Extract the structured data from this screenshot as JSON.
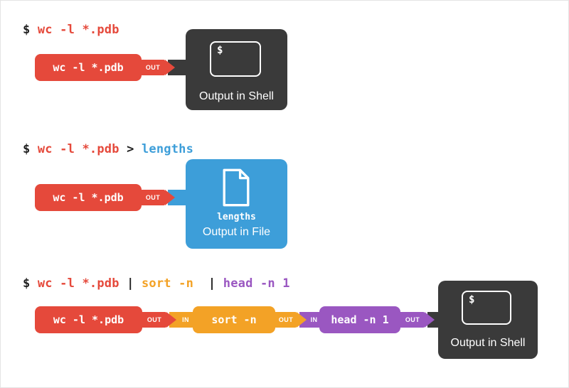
{
  "colors": {
    "background": "#ffffff",
    "canvas_border": "#e4e4e4",
    "red": "#e5493b",
    "blue": "#3d9ed9",
    "orange": "#f3a226",
    "purple": "#9a57c1",
    "dark": "#3a3a3a",
    "command_text": "#1f1f1f",
    "box_text": "#ffffff"
  },
  "connector_labels": {
    "out": "OUT",
    "in": "IN"
  },
  "icons": {
    "terminal": "terminal-window-with-prompt",
    "file": "document-with-folded-corner"
  },
  "diagram1": {
    "command": {
      "segments": [
        {
          "text": "$ "
        },
        {
          "text": "wc -l *.pdb"
        }
      ]
    },
    "stage1": {
      "label": "wc -l *.pdb"
    },
    "shell_output": {
      "prompt": "$",
      "caption": "Output in Shell"
    }
  },
  "diagram2": {
    "command": {
      "segments": [
        {
          "text": "$ "
        },
        {
          "text": "wc -l *.pdb"
        },
        {
          "text": " > "
        },
        {
          "text": "lengths"
        }
      ]
    },
    "stage1": {
      "label": "wc -l *.pdb"
    },
    "file_output": {
      "filename": "lengths",
      "caption": "Output in File"
    }
  },
  "diagram3": {
    "command": {
      "segments": [
        {
          "text": "$ "
        },
        {
          "text": "wc -l *.pdb"
        },
        {
          "text": " | "
        },
        {
          "text": "sort -n"
        },
        {
          "text": "  | "
        },
        {
          "text": "head -n 1"
        }
      ]
    },
    "stage1": {
      "label": "wc -l *.pdb"
    },
    "stage2": {
      "label": "sort -n"
    },
    "stage3": {
      "label": "head -n 1"
    },
    "shell_output": {
      "prompt": "$",
      "caption": "Output in Shell"
    }
  }
}
